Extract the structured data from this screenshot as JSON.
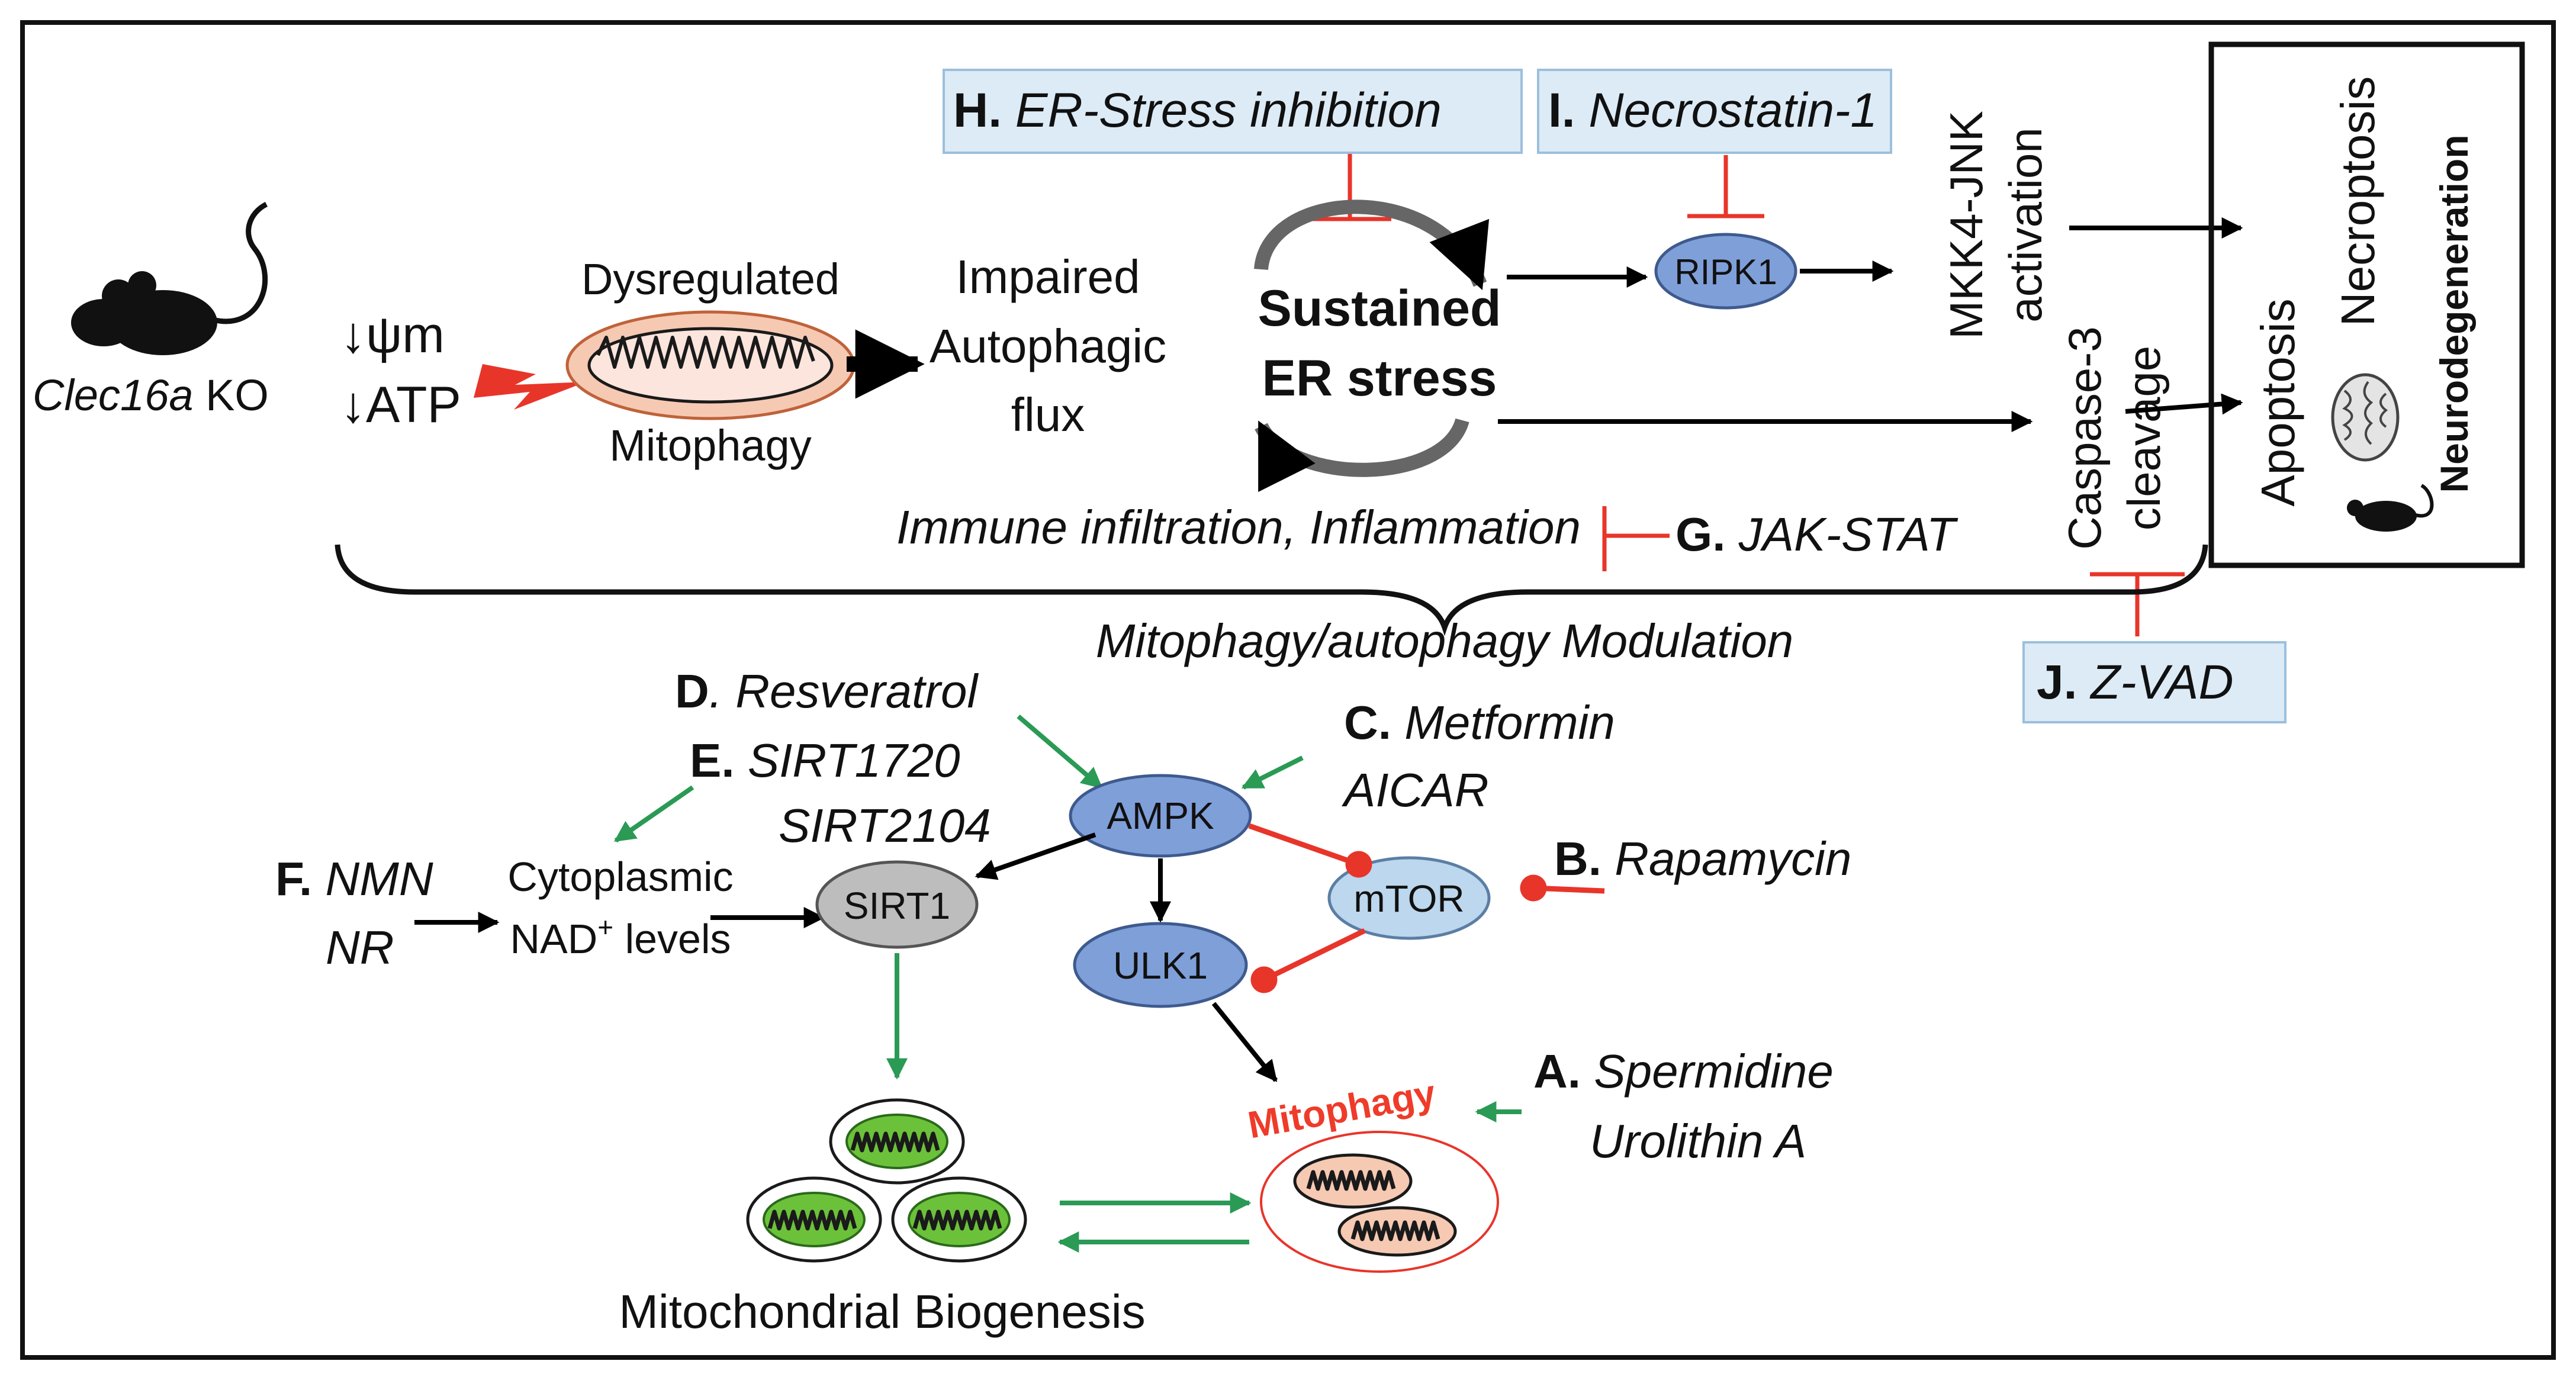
{
  "colors": {
    "inhibit": "#e8352a",
    "activate": "#2a9a55",
    "node_blue": "#7f9fd9",
    "node_light_blue": "#bcd7ee",
    "node_grey": "#bdbdbd",
    "box_fill": "#dcebf6",
    "mito_fill": "#f6c9b3",
    "mito_green": "#6cc13a",
    "mitophagy_label": "#ef3b2a"
  },
  "icons": [
    "mouse-icon",
    "lightning-icon",
    "brain-icon",
    "mouse-small-icon"
  ],
  "top": {
    "mouse_label_gene": "Clec16a",
    "mouse_label_suffix": " KO",
    "psi_m": "↓ψm",
    "atp": "↓ATP",
    "dysregulated": "Dysregulated",
    "mitophagy": "Mitophagy",
    "impaired": "Impaired",
    "autophagic": "Autophagic",
    "flux": "flux",
    "sustained": "Sustained",
    "er_stress": "ER stress",
    "ripk1": "RIPK1",
    "mkk4_jnk": "MKK4-JNK",
    "activation": "activation",
    "caspase3": "Caspase-3",
    "cleavage": "cleavage",
    "apoptosis": "Apoptosis",
    "necroptosis": "Necroptosis",
    "neurodegeneration": "Neurodegeneration",
    "immune": "Immune infiltration, Inflammation",
    "modulation": "Mitophagy/autophagy  Modulation"
  },
  "interventions": {
    "H_letter": "H.",
    "H_text": " ER-Stress inhibition",
    "I_letter": "I.",
    "I_text": " Necrostatin-1",
    "G_letter": "G.",
    "G_text": " JAK-STAT",
    "J_letter": "J.",
    "J_text": " Z-VAD",
    "D_letter": "D",
    "D_text": ". Resveratrol",
    "E_letter": "E.",
    "E_text": " SIRT1720",
    "E_text2": "SIRT2104",
    "C_letter": "C.",
    "C_text": " Metformin",
    "C_text2": "AICAR",
    "B_letter": "B.",
    "B_text": " Rapamycin",
    "F_letter": "F.",
    "F_text": " NMN",
    "F_text2": "NR",
    "A_letter": "A.",
    "A_text": " Spermidine",
    "A_text2": "Urolithin A"
  },
  "bottom": {
    "cytoplasmic": "Cytoplasmic",
    "nad_prefix": "NAD",
    "nad_sup": "+",
    "nad_suffix": " levels",
    "ampk": "AMPK",
    "sirt1": "SIRT1",
    "mtor": "mTOR",
    "ulk1": "ULK1",
    "mitophagy_red": "Mitophagy",
    "biogenesis": "Mitochondrial Biogenesis"
  }
}
